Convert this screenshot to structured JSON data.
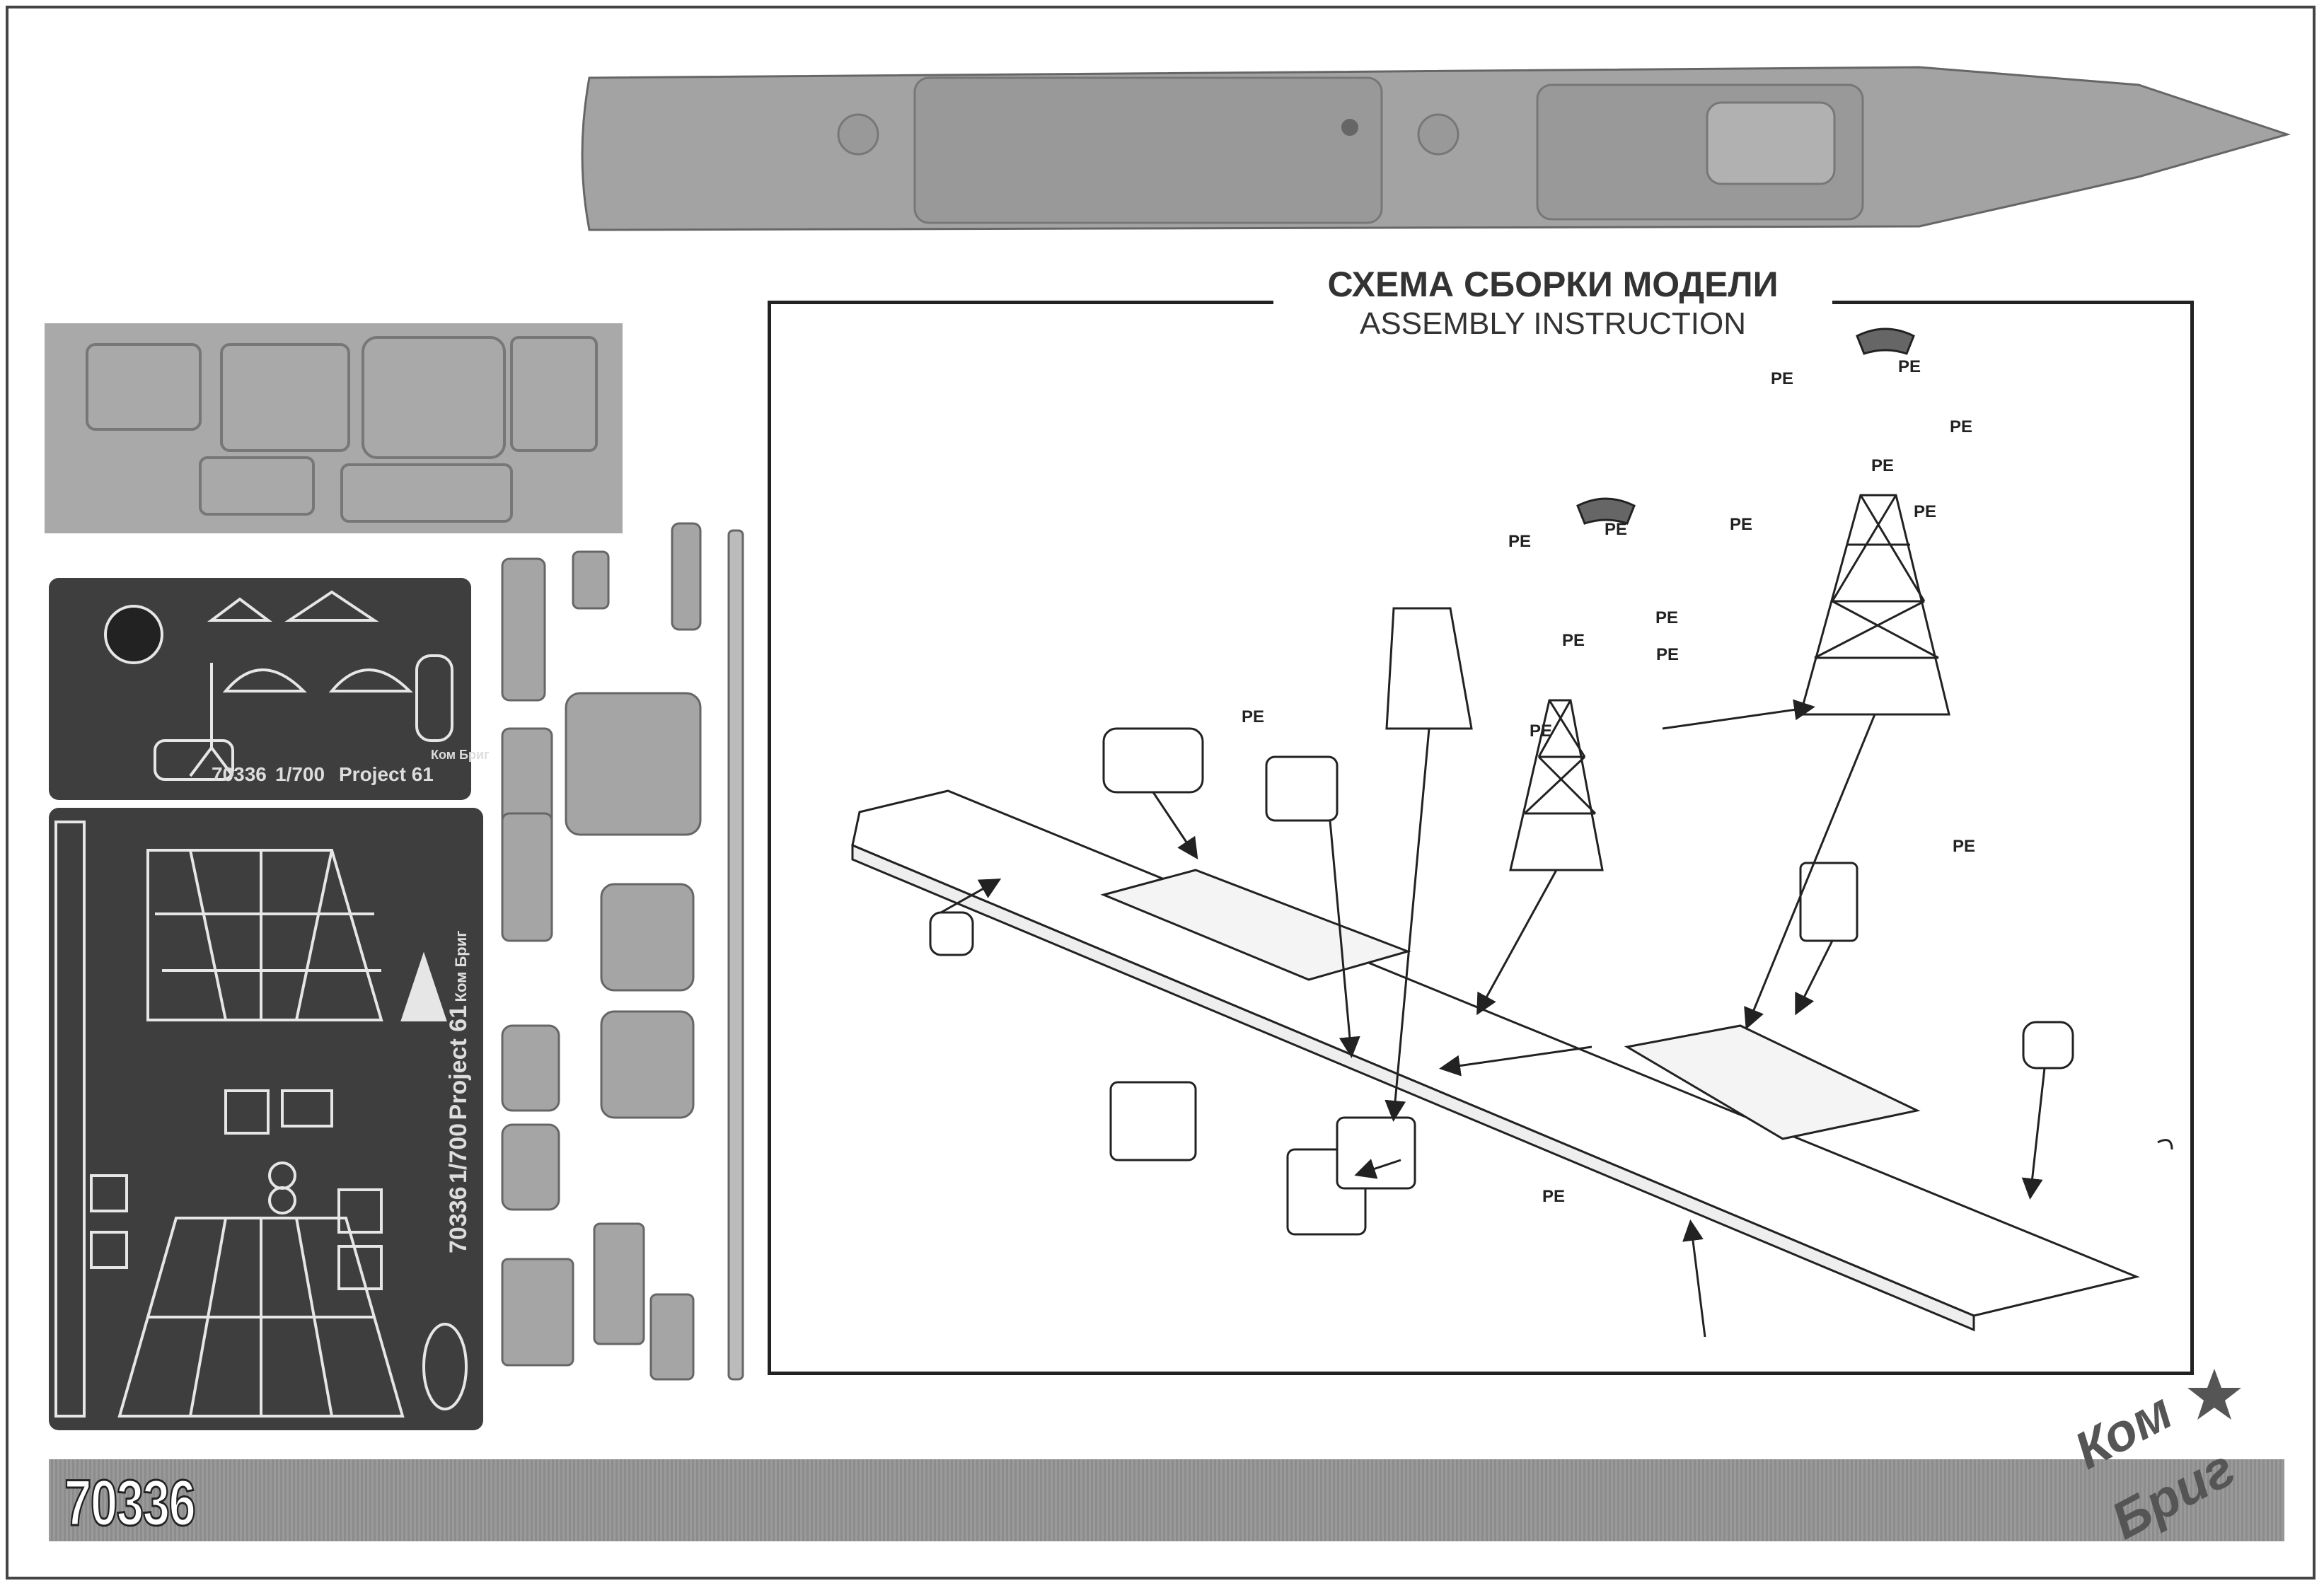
{
  "assembly": {
    "title_ru": "СХЕМА СБОРКИ МОДЕЛИ",
    "title_en": "ASSEMBLY INSTRUCTION",
    "pe_label": "PE"
  },
  "pe_sheets": [
    {
      "code": "70336",
      "scale": "1/700",
      "name": "Project 61",
      "brand": "Ком Бриг"
    },
    {
      "code": "70336",
      "scale": "1/700",
      "name": "Project 61",
      "brand": "Ком Бриг"
    }
  ],
  "footer": {
    "kit_number": "70336",
    "logo_text_top": "Ком",
    "logo_text_bottom": "Бриг"
  },
  "colors": {
    "resin_grey": "#a9a9a9",
    "pe_sheet": "#3e3e3e",
    "line": "#222222"
  }
}
